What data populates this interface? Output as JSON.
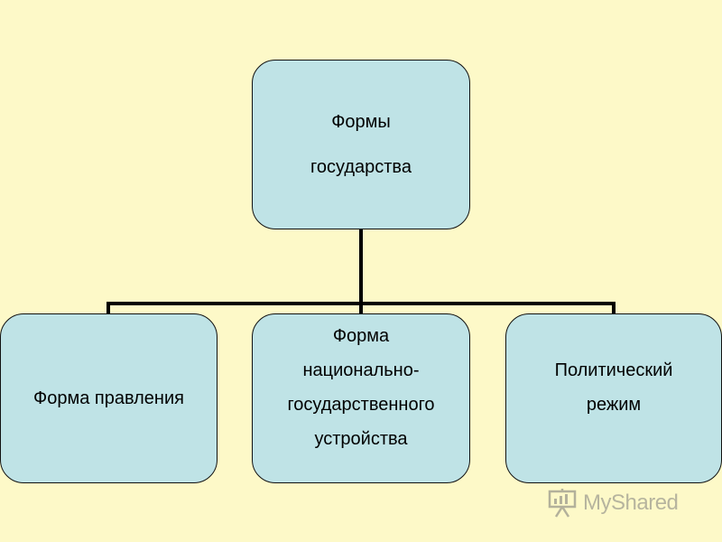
{
  "diagram": {
    "root": "Формы государства",
    "root_lines": [
      "Формы",
      "государства"
    ],
    "children": [
      {
        "label": "Форма правления",
        "lines": [
          "Форма правления"
        ]
      },
      {
        "label": "Форма национально-государственного устройства",
        "lines": [
          "Форма",
          "национально-",
          "государственного",
          "устройства"
        ]
      },
      {
        "label": "Политический режим",
        "lines": [
          "Политический",
          "режим"
        ]
      }
    ]
  },
  "colors": {
    "background": "#fdf9c8",
    "node_fill": "#bfe3e6",
    "connector": "#000000"
  },
  "watermark": {
    "text": "MyShared",
    "icon": "presentation-board-icon"
  }
}
